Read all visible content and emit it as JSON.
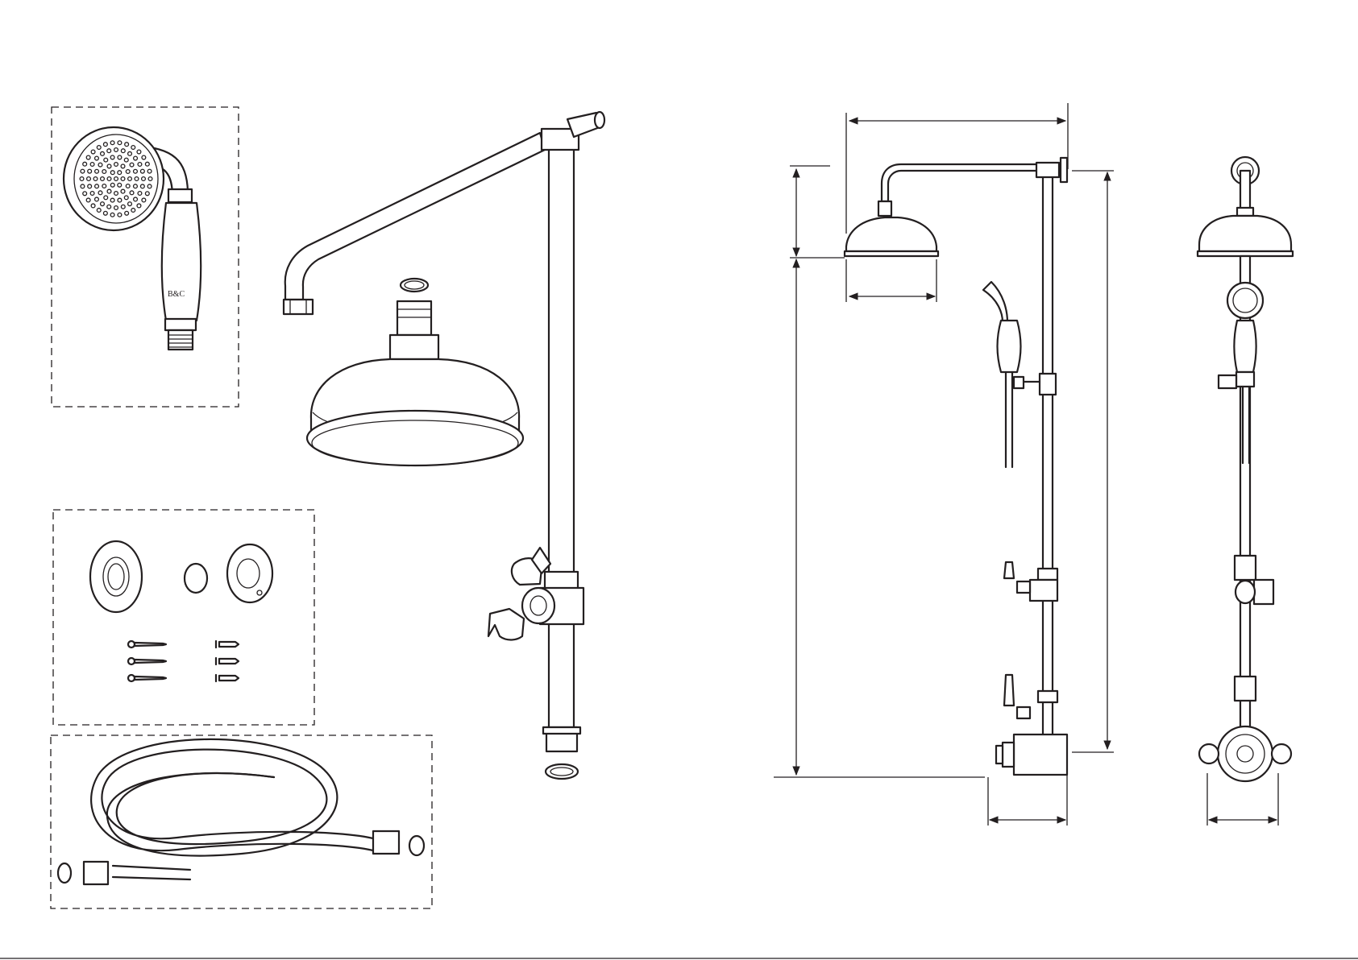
{
  "figure": {
    "brand_mark": "B&C",
    "left_panel_parts": [
      "hand-shower",
      "rigid-riser-with-arm",
      "rose-head",
      "wall-fixing-kit",
      "flexible-hose"
    ],
    "right_panel_views": [
      "side-elevation",
      "front-elevation"
    ]
  },
  "style": {
    "line_color": "#231f20",
    "background": "#ffffff"
  }
}
